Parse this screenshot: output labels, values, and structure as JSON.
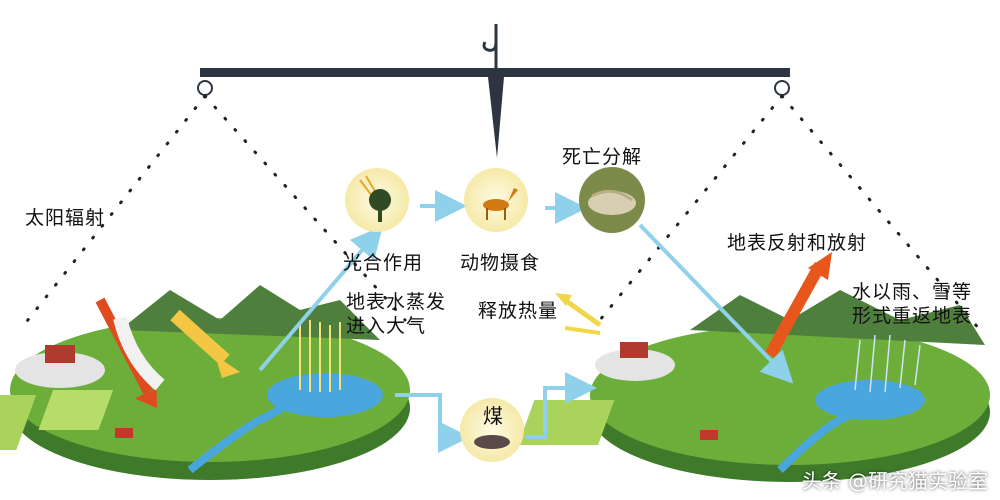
{
  "labels": {
    "solar_radiation": "太阳辐射",
    "photosynthesis": "光合作用",
    "animal_intake": "动物摄食",
    "death_decomposition": "死亡分解",
    "surface_evaporation": "地表水蒸发\n进入大气",
    "heat_release": "释放热量",
    "coal": "煤",
    "surface_reflection": "地表反射和放射",
    "precipitation_return": "水以雨、雪等\n形式重返地表"
  },
  "watermark": "头条 @研究猫实验室",
  "colors": {
    "beam": "#2d3640",
    "flow_arrow": "#8fd0ea",
    "solar_arrow": "#e04a1f",
    "heat_arrow": "#f2d64a",
    "reflect_arrow": "#e8561c",
    "icon_bg": "#fbf3c8",
    "grass": "#6dae3a",
    "water": "#4aa7dd"
  }
}
